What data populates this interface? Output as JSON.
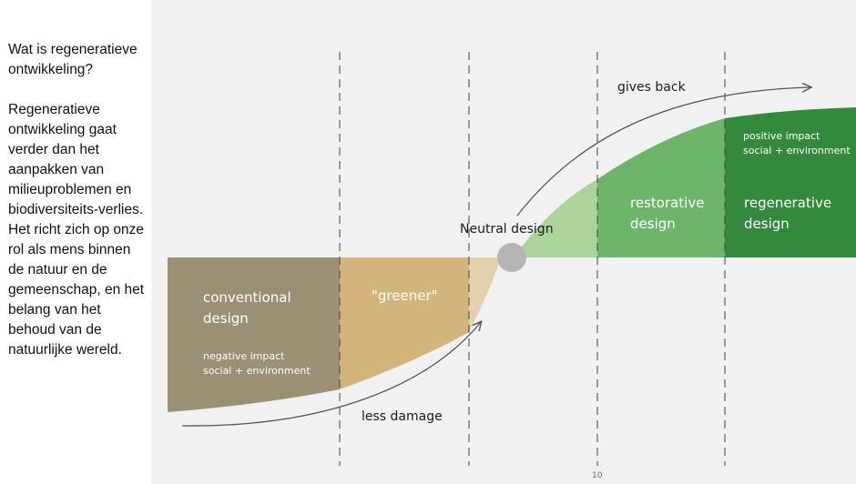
{
  "intro": {
    "question": "Wat is regeneratieve ontwikkeling?",
    "body": "Regeneratieve ontwikkeling gaat verder dan het aanpakken van milieuproblemen en biodiversiteits-verlies. Het richt zich op onze rol als mens binnen de natuur en de gemeenschap, en het belang van het behoud van de natuurlijke wereld."
  },
  "diagram": {
    "conventional_title": [
      "conventional",
      "design"
    ],
    "negative_impact": [
      "negative impact",
      "social + environment"
    ],
    "greener_label": "\"greener\"",
    "neutral_label": "Neutral design",
    "restorative_title": [
      "restorative",
      "design"
    ],
    "regenerative_title": [
      "regenerative",
      "design"
    ],
    "positive_impact": [
      "positive impact",
      "social + environment"
    ],
    "gives_back": "gives back",
    "less_damage": "less damage",
    "page_number": "10"
  },
  "colors": {
    "conventional": "#9b8f74",
    "greener": "#d3b47a",
    "greener_light": "#e2d1ac",
    "neutral_light_green": "#acd49a",
    "restorative": "#6cb56a",
    "regenerative": "#338a3c",
    "neutral_dot": "#b5b5b5"
  }
}
